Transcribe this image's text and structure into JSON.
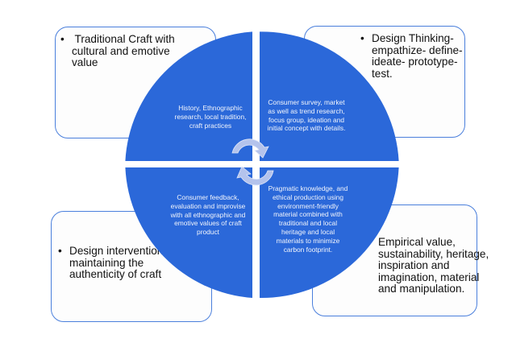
{
  "diagram": {
    "colors": {
      "quadrant_fill": "#2b68d9",
      "box_border": "#4a7fdc",
      "box_fill": "#fdfdfd",
      "arrow_fill": "#b4c3ec",
      "inner_text": "#f2f5fc",
      "outer_text": "#111111"
    },
    "quadrants": [
      {
        "id": "top-left",
        "text": "History, Ethnographic\nresearch, local tradition,\ncraft practices"
      },
      {
        "id": "top-right",
        "text": "Consumer survey, market\nas well as trend research,\nfocus group, ideation and\ninitial concept with details."
      },
      {
        "id": "bottom-left",
        "text": "Consumer feedback,\nevaluation and improvise\nwith all ethnographic and\nemotive values of craft\nproduct"
      },
      {
        "id": "bottom-right",
        "text": "Pragmatic knowledge, and\nethical production using\nenvironment-friendly\nmaterial combined with\ntraditional and local\nheritage and local\nmaterials to minimize\ncarbon footprint."
      }
    ],
    "boxes": [
      {
        "id": "top-left",
        "text": " Traditional Craft with\ncultural and  emotive\nvalue"
      },
      {
        "id": "top-right",
        "text": "Design Thinking-\nempathize- define-\nideate- prototype-test."
      },
      {
        "id": "bottom-left",
        "text": "Design intervention\nmaintaining the\nauthenticity of craft"
      },
      {
        "id": "bottom-right",
        "text": "Empirical value,\nsustainability, heritage,\ninspiration and\nimagination, material\nand manipulation."
      }
    ],
    "cycle_arrows": [
      {
        "id": "upper",
        "direction": "clockwise"
      },
      {
        "id": "lower",
        "direction": "clockwise"
      }
    ]
  }
}
